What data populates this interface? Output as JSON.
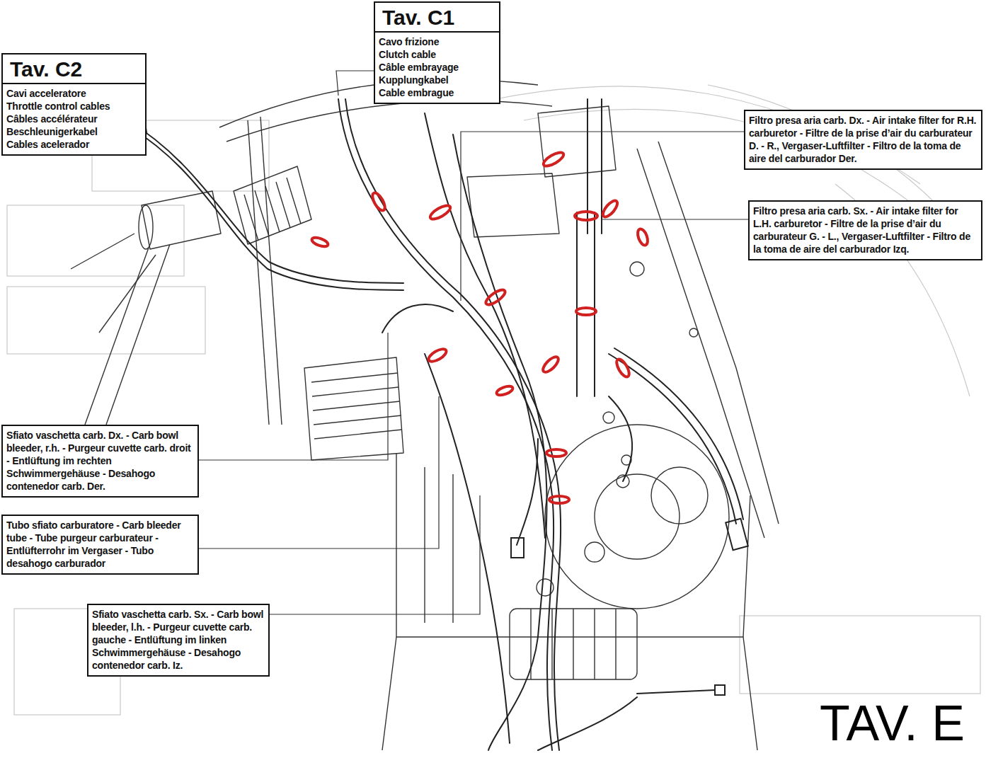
{
  "diagram": {
    "nodes": [
      {
        "text": [
          "Tav. C1",
          "Cavo frizione",
          "Clutch cable",
          "Câble embrayage",
          "Kupplungkabel",
          "Cable embrague"
        ]
      },
      {
        "text": [
          "Tav. C2",
          "Cavi acceleratore",
          "Throttle control cables",
          "Câbles accélérateur",
          "Beschleunigerkabel",
          "Cables acelerador"
        ]
      },
      {
        "text": [
          "Filtro presa aria carb. Dx. - Air intake filter for R.H. carburetor - Filtre de la prise d’air du carburateur D. - R., Vergaser-Luftfilter - Filtro de la toma de aire del carburador Der."
        ]
      },
      {
        "text": [
          "Filtro presa aria carb. Sx. - Air intake filter for L.H. carburetor - Filtre de la prise d’air du carburateur G. - L., Vergaser-Luftfilter - Filtro de la toma de aire del carburador Izq."
        ]
      },
      {
        "text": [
          "Sfiato vaschetta carb. Dx. - Carb bowl bleeder, r.h. - Purgeur cuvette carb. droit - Entlüftung im rechten Schwimmergehäuse - Desahogo contenedor carb. Der."
        ]
      },
      {
        "text": [
          "Tubo sfiato carburatore - Carb bleeder tube - Tube purgeur carburateur - Entlüfterrohr im Vergaser - Tubo desahogo carburador"
        ]
      },
      {
        "text": [
          "Sfiato vaschetta carb. Sx. - Carb bowl bleeder, l.h. - Purgeur cuvette carb. gauche - Entlüftung im linken Schwimmergehäuse - Desahogo contenedor carb. Iz."
        ]
      }
    ],
    "labels": [
      "TAV. E"
    ]
  }
}
